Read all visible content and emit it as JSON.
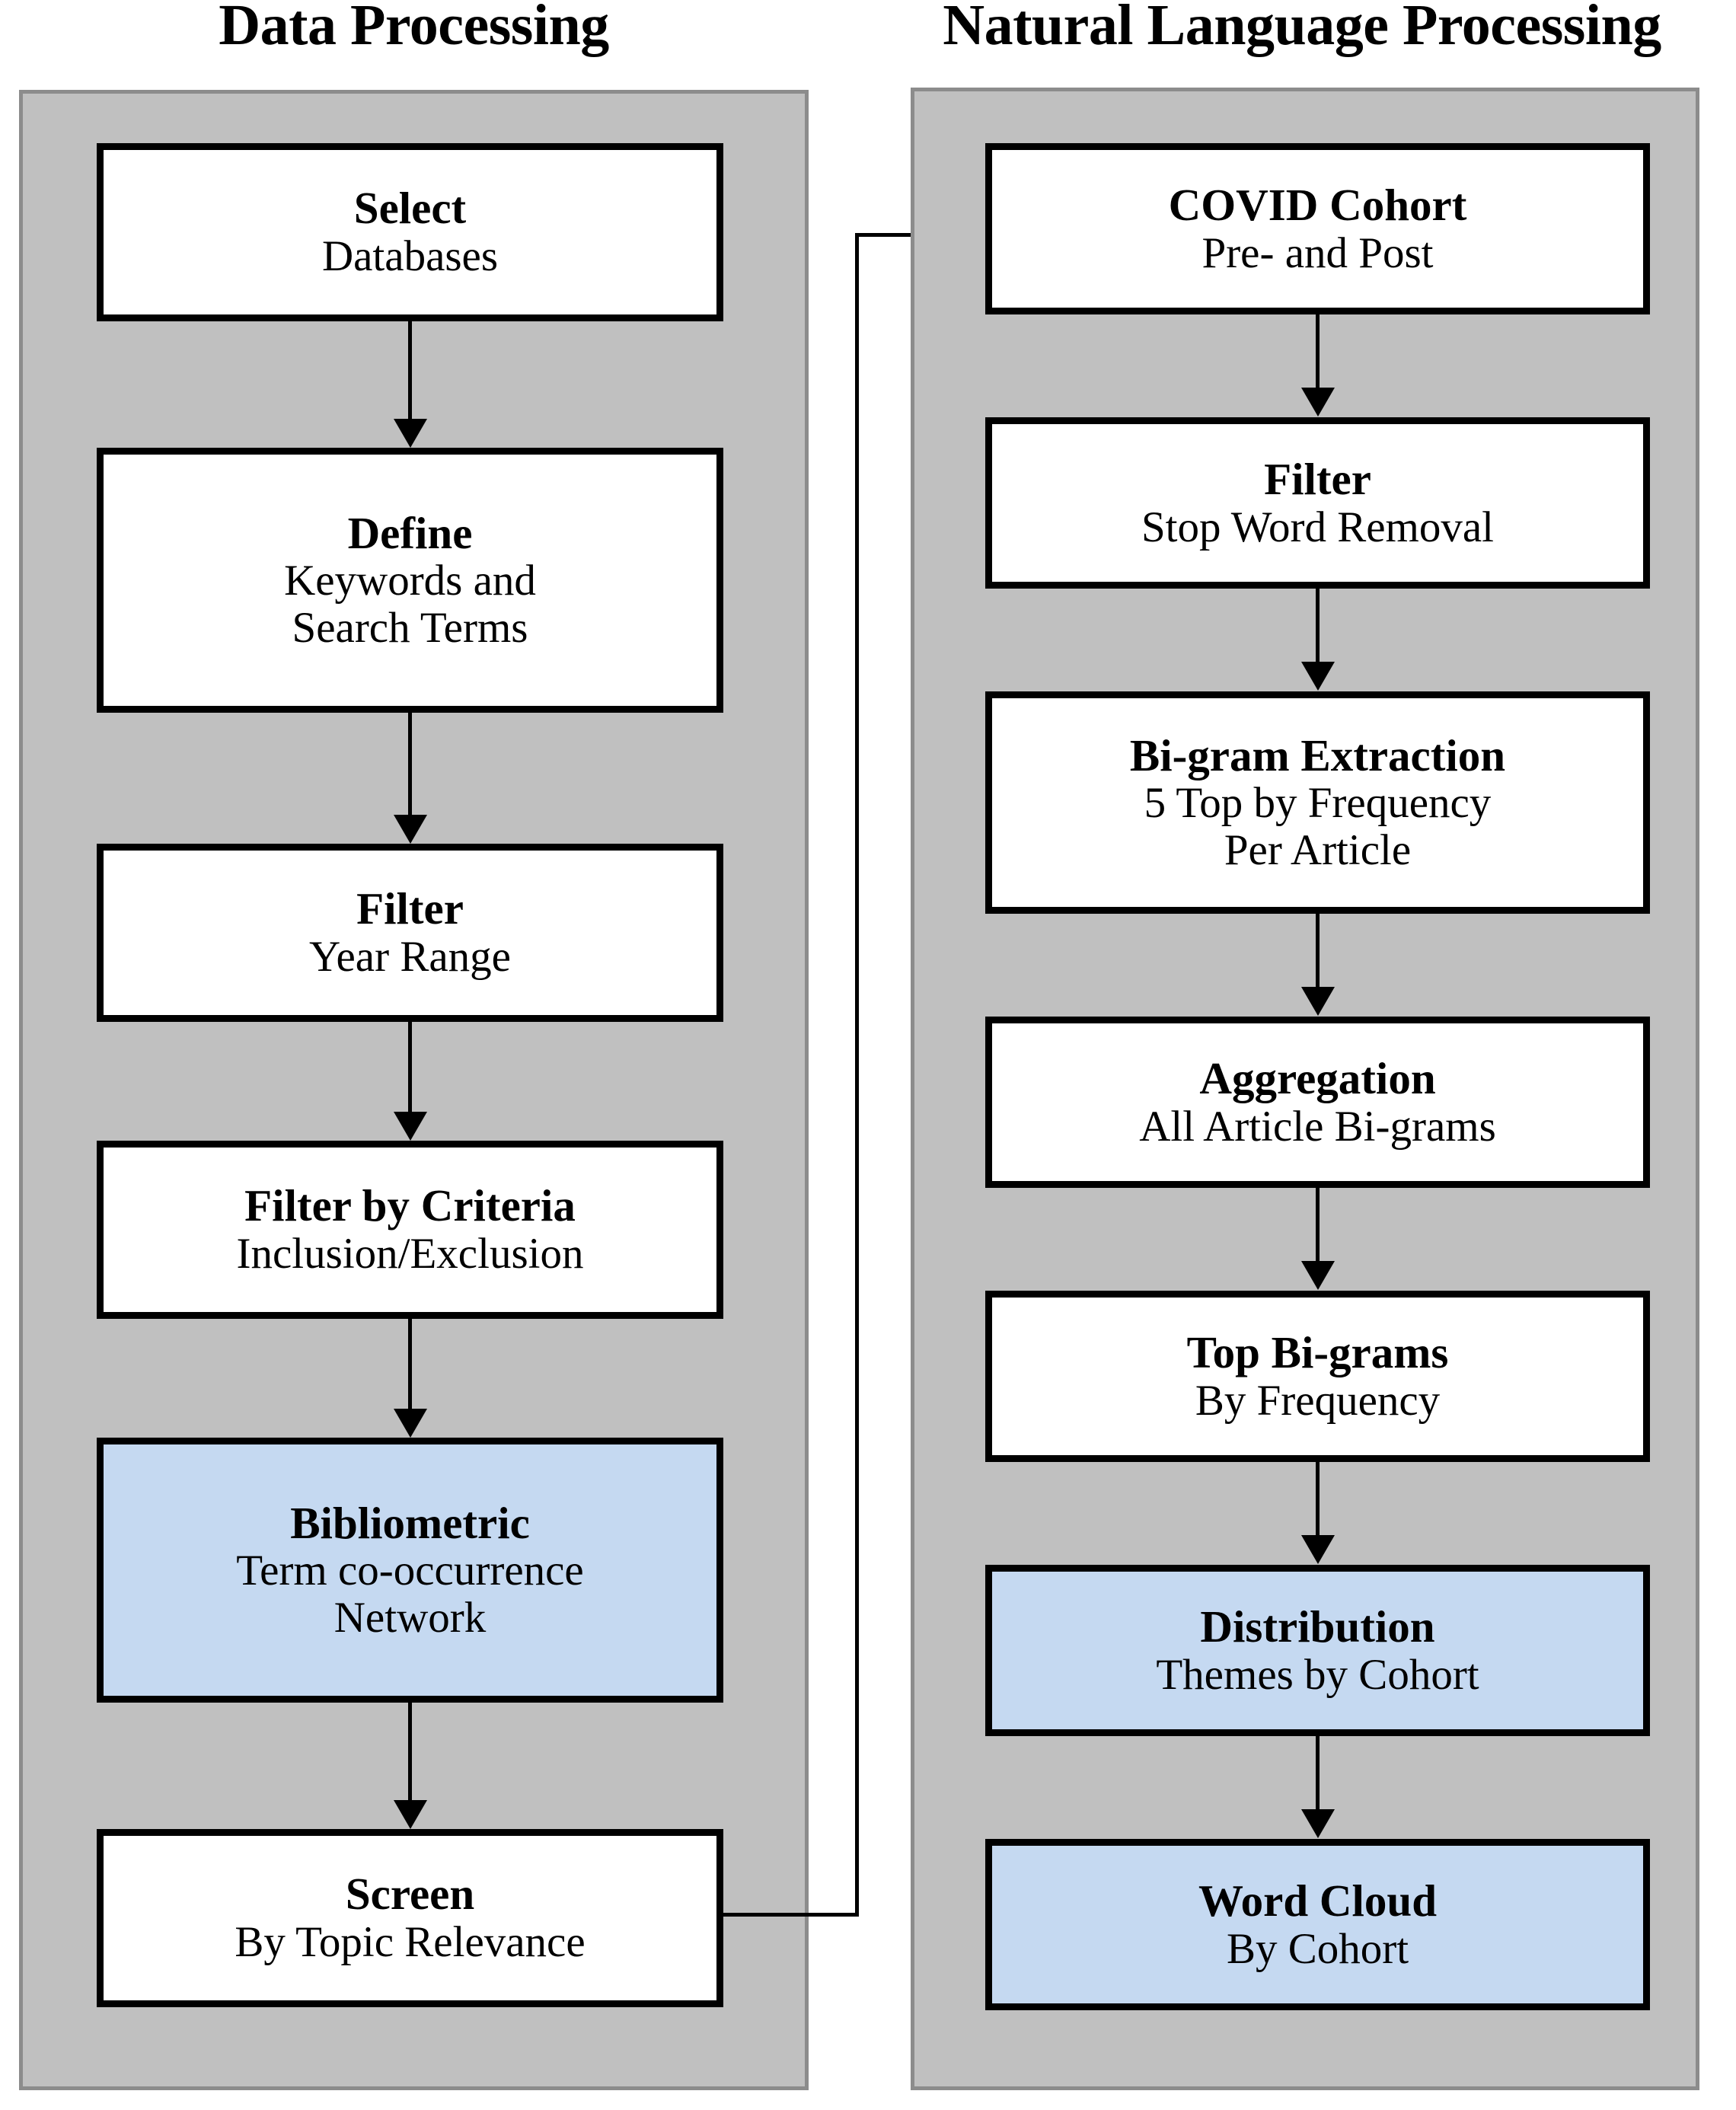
{
  "figure": {
    "type": "flowchart",
    "orientation": "two-column-vertical",
    "accent_color": "#c5d9f1",
    "panel_color": "#c0c0c0",
    "panel_border_color": "#8c8c8c",
    "node_border_color": "#000000",
    "node_fill_default": "#ffffff"
  },
  "columns": [
    {
      "id": "data-processing",
      "title": "Data Processing",
      "nodes": [
        {
          "id": "select",
          "title": "Select",
          "subtitle_lines": [
            "Databases"
          ],
          "highlighted": false
        },
        {
          "id": "define",
          "title": "Define",
          "subtitle_lines": [
            "Keywords and",
            "Search Terms"
          ],
          "highlighted": false
        },
        {
          "id": "filter-year",
          "title": "Filter",
          "subtitle_lines": [
            "Year Range"
          ],
          "highlighted": false
        },
        {
          "id": "filter-criteria",
          "title": "Filter by Criteria",
          "subtitle_lines": [
            "Inclusion/Exclusion"
          ],
          "highlighted": false
        },
        {
          "id": "bibliometric",
          "title": "Bibliometric",
          "subtitle_lines": [
            "Term co-occurrence",
            "Network"
          ],
          "highlighted": true
        },
        {
          "id": "screen",
          "title": "Screen",
          "subtitle_lines": [
            "By Topic Relevance"
          ],
          "highlighted": false
        }
      ]
    },
    {
      "id": "natural-language-processing",
      "title": "Natural Language Processing",
      "nodes": [
        {
          "id": "covid-cohort",
          "title": "COVID Cohort",
          "subtitle_lines": [
            "Pre- and Post"
          ],
          "highlighted": false
        },
        {
          "id": "filter-stopword",
          "title": "Filter",
          "subtitle_lines": [
            "Stop Word Removal"
          ],
          "highlighted": false
        },
        {
          "id": "bigram-extraction",
          "title": "Bi-gram Extraction",
          "subtitle_lines": [
            "5 Top by Frequency",
            "Per Article"
          ],
          "highlighted": false
        },
        {
          "id": "aggregation",
          "title": "Aggregation",
          "subtitle_lines": [
            "All Article Bi-grams"
          ],
          "highlighted": false
        },
        {
          "id": "top-bigrams",
          "title": "Top Bi-grams",
          "subtitle_lines": [
            "By Frequency"
          ],
          "highlighted": false
        },
        {
          "id": "distribution",
          "title": "Distribution",
          "subtitle_lines": [
            "Themes by Cohort"
          ],
          "highlighted": true
        },
        {
          "id": "word-cloud",
          "title": "Word Cloud",
          "subtitle_lines": [
            "By Cohort"
          ],
          "highlighted": true
        }
      ]
    }
  ],
  "edges": [
    {
      "from": "select",
      "to": "define",
      "style": "straight-down"
    },
    {
      "from": "define",
      "to": "filter-year",
      "style": "straight-down"
    },
    {
      "from": "filter-year",
      "to": "filter-criteria",
      "style": "straight-down"
    },
    {
      "from": "filter-criteria",
      "to": "bibliometric",
      "style": "straight-down"
    },
    {
      "from": "bibliometric",
      "to": "screen",
      "style": "straight-down"
    },
    {
      "from": "screen",
      "to": "covid-cohort",
      "style": "elbow-right-up"
    },
    {
      "from": "covid-cohort",
      "to": "filter-stopword",
      "style": "straight-down"
    },
    {
      "from": "filter-stopword",
      "to": "bigram-extraction",
      "style": "straight-down"
    },
    {
      "from": "bigram-extraction",
      "to": "aggregation",
      "style": "straight-down"
    },
    {
      "from": "aggregation",
      "to": "top-bigrams",
      "style": "straight-down"
    },
    {
      "from": "top-bigrams",
      "to": "distribution",
      "style": "straight-down"
    },
    {
      "from": "distribution",
      "to": "word-cloud",
      "style": "straight-down"
    }
  ]
}
